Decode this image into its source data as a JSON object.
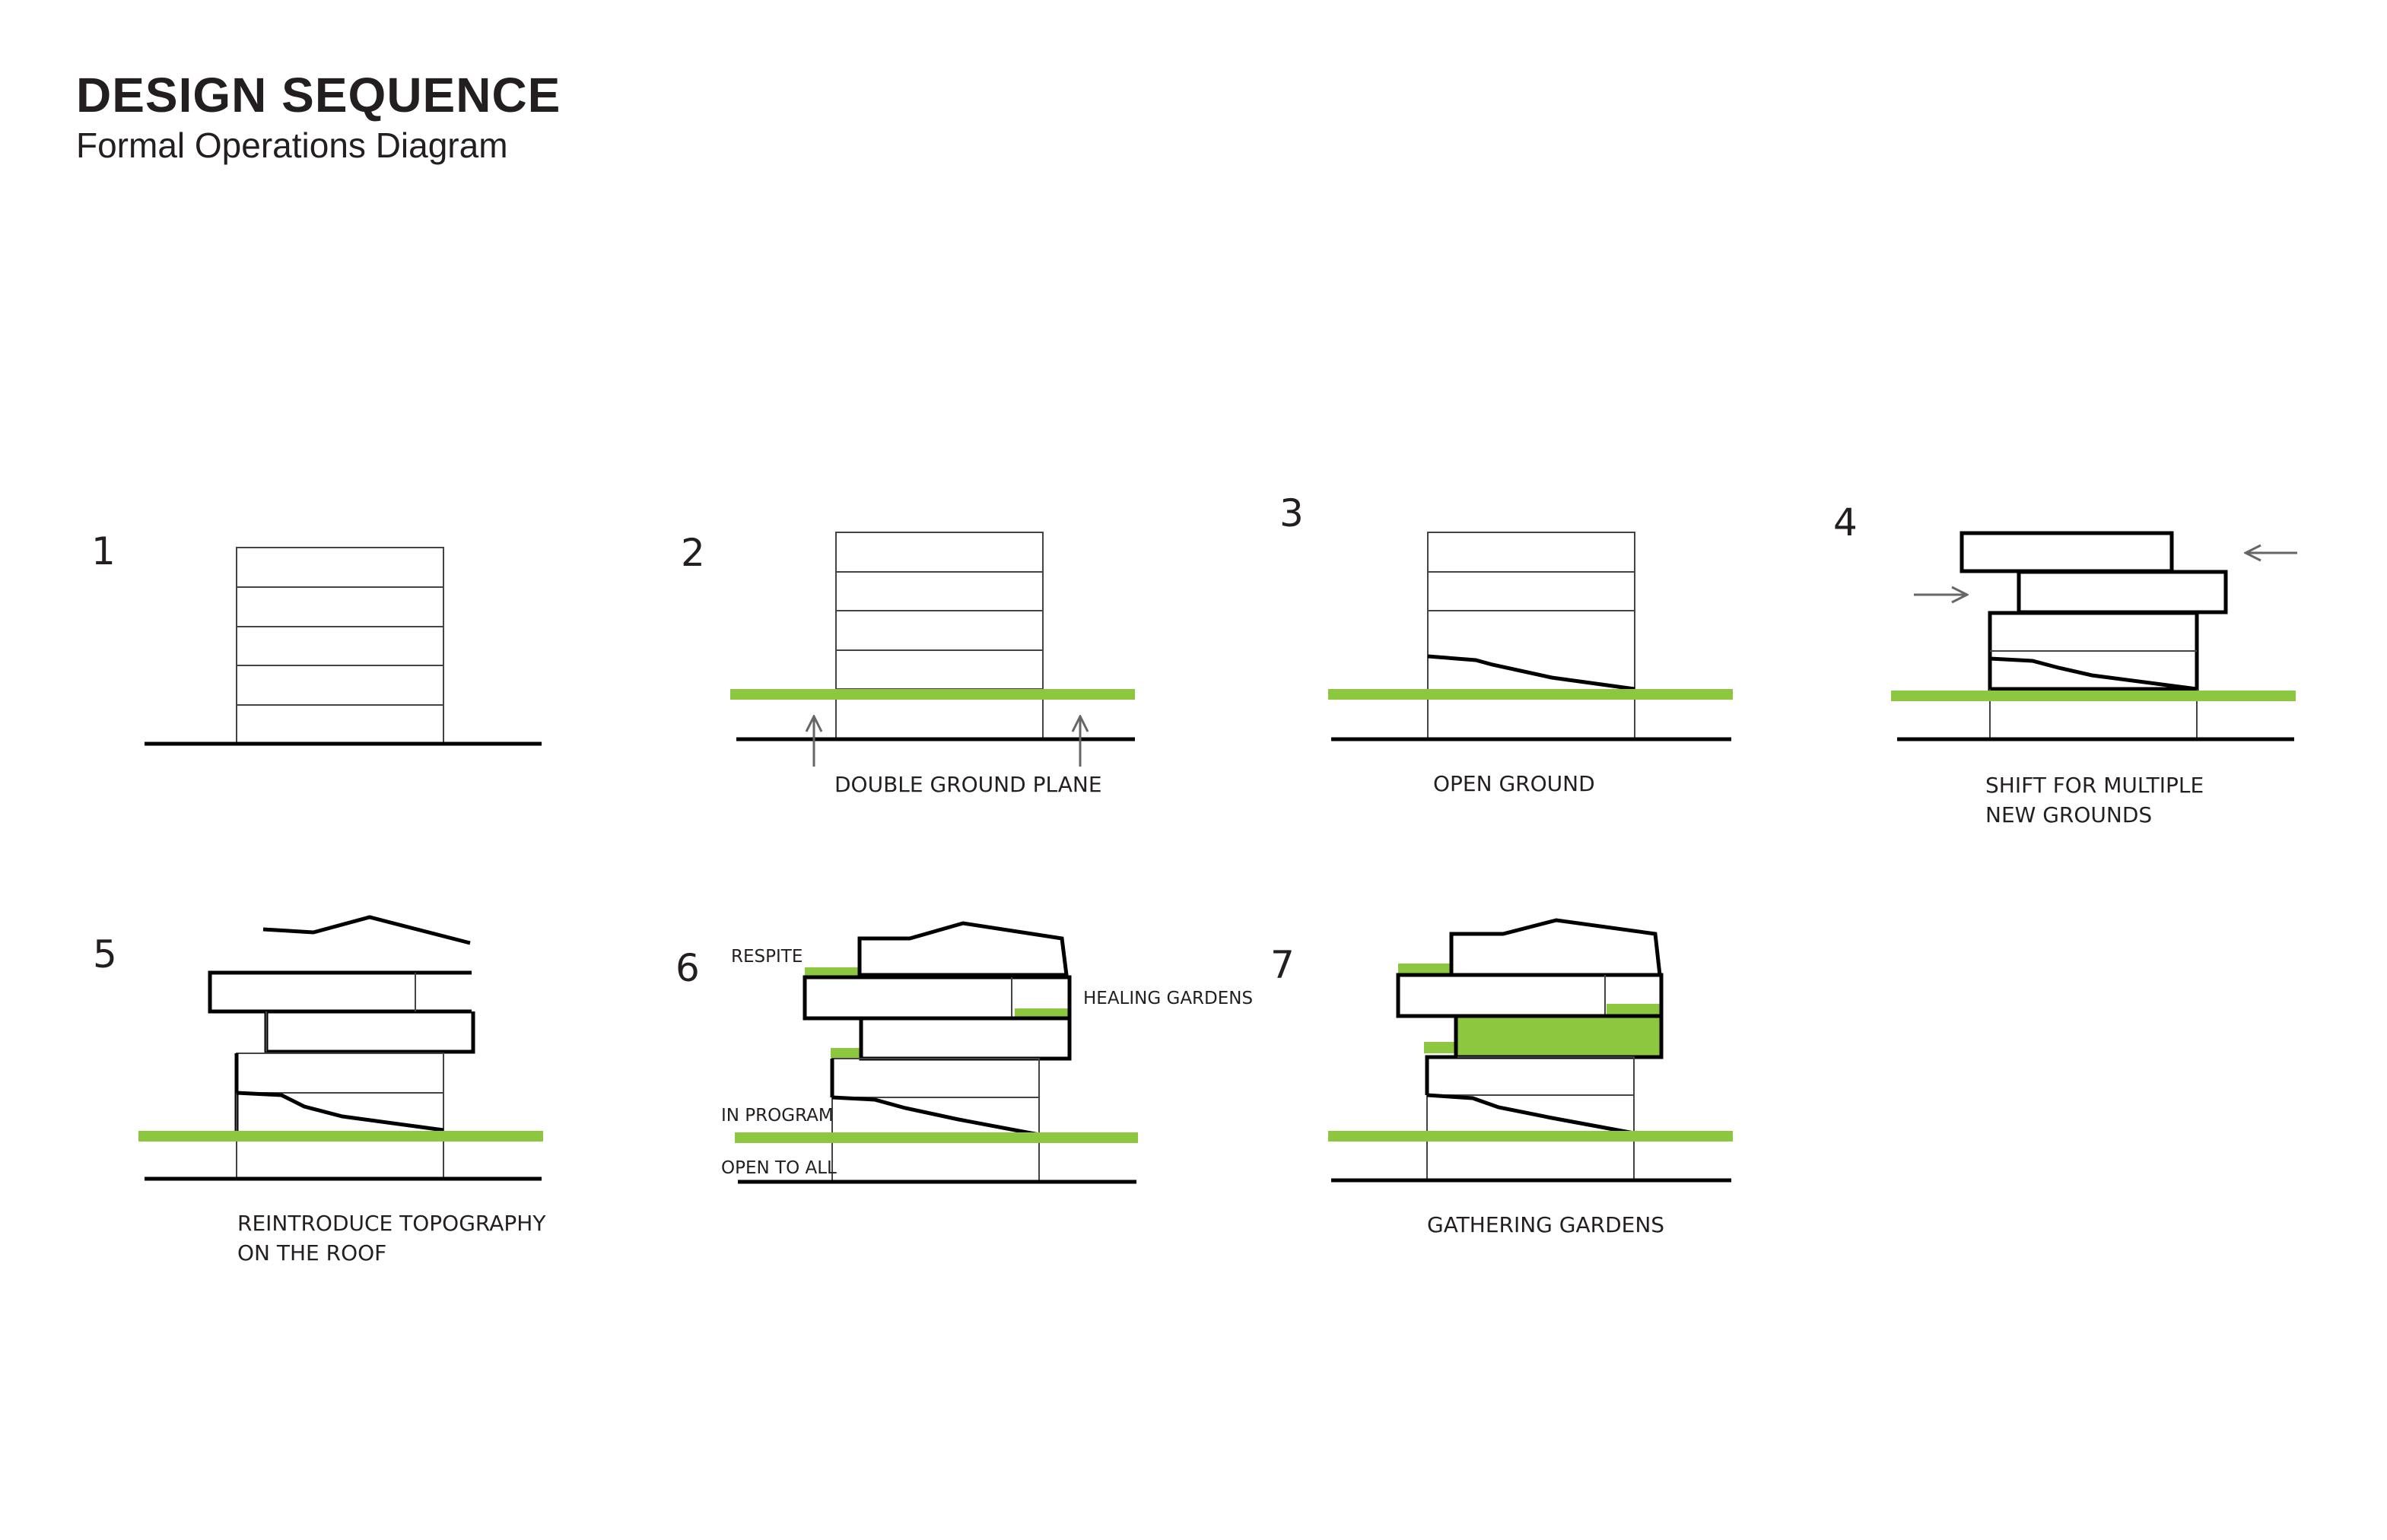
{
  "header": {
    "title": "DESIGN SEQUENCE",
    "subtitle": "Formal Operations Diagram"
  },
  "colors": {
    "green": "#8dc63f",
    "ink": "#231f20",
    "arrow": "#666666"
  },
  "steps": [
    {
      "number": "1",
      "caption": []
    },
    {
      "number": "2",
      "caption": [
        "DOUBLE GROUND PLANE"
      ]
    },
    {
      "number": "3",
      "caption": [
        "OPEN GROUND"
      ]
    },
    {
      "number": "4",
      "caption": [
        "SHIFT FOR MULTIPLE",
        "NEW GROUNDS"
      ]
    },
    {
      "number": "5",
      "caption": [
        "REINTRODUCE TOPOGRAPHY",
        "ON THE ROOF"
      ]
    },
    {
      "number": "6",
      "caption": [],
      "annotations": {
        "respite": "RESPITE",
        "healing": "HEALING GARDENS",
        "in_program": "IN PROGRAM",
        "open_to_all": "OPEN TO ALL"
      }
    },
    {
      "number": "7",
      "caption": [
        "GATHERING GARDENS"
      ]
    }
  ]
}
